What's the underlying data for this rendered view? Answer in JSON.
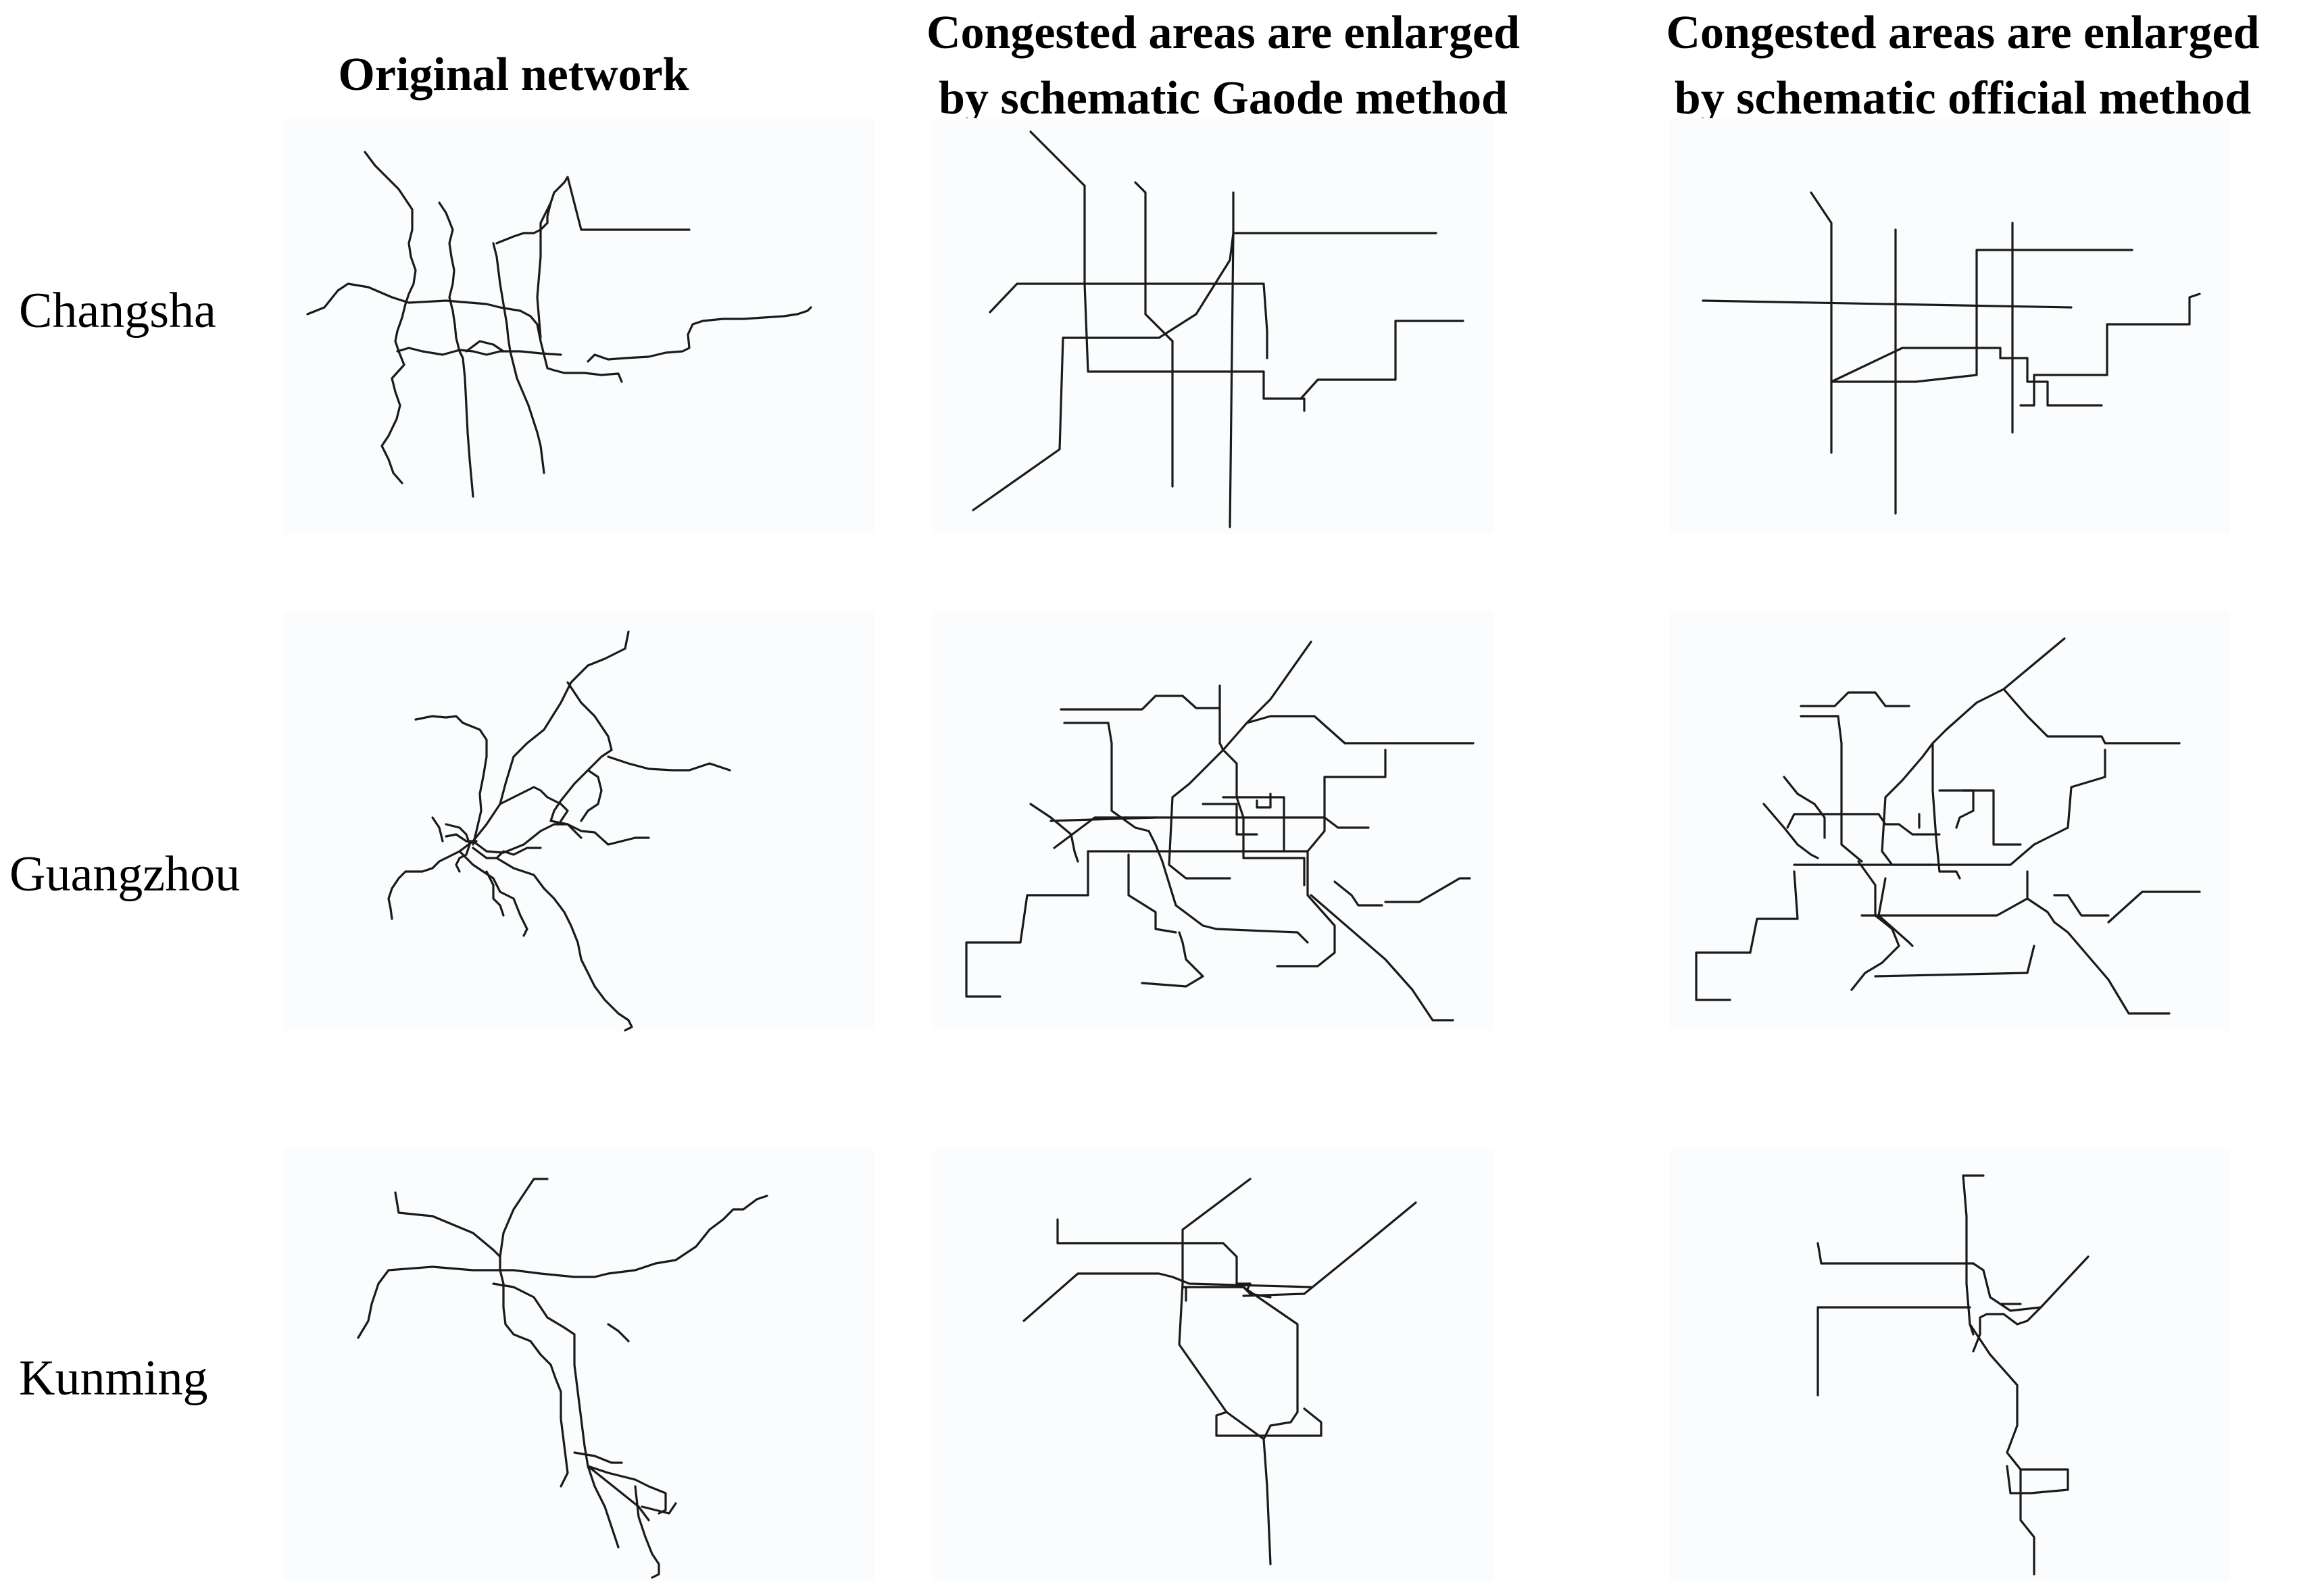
{
  "column_headers": {
    "original": [
      "Original network"
    ],
    "gaode": [
      "Congested areas are enlarged",
      "by schematic Gaode method"
    ],
    "official": [
      "Congested areas are enlarged",
      "by schematic official method"
    ]
  },
  "row_labels": {
    "changsha": "Changsha",
    "guangzhou": "Guangzhou",
    "kunming": "Kunming"
  },
  "panels": {
    "changsha-original": {
      "kind": "original network map",
      "city": "Changsha"
    },
    "changsha-gaode": {
      "kind": "schematic Gaode map",
      "city": "Changsha"
    },
    "changsha-official": {
      "kind": "schematic official map",
      "city": "Changsha"
    },
    "guangzhou-original": {
      "kind": "original network map",
      "city": "Guangzhou"
    },
    "guangzhou-gaode": {
      "kind": "schematic Gaode map",
      "city": "Guangzhou"
    },
    "guangzhou-official": {
      "kind": "schematic official map",
      "city": "Guangzhou"
    },
    "kunming-original": {
      "kind": "original network map",
      "city": "Kunming"
    },
    "kunming-gaode": {
      "kind": "schematic Gaode map",
      "city": "Kunming"
    },
    "kunming-official": {
      "kind": "schematic official map",
      "city": "Kunming"
    }
  },
  "colors": {
    "line": "#1a1a1a",
    "panel_background": "#fafcfd"
  }
}
